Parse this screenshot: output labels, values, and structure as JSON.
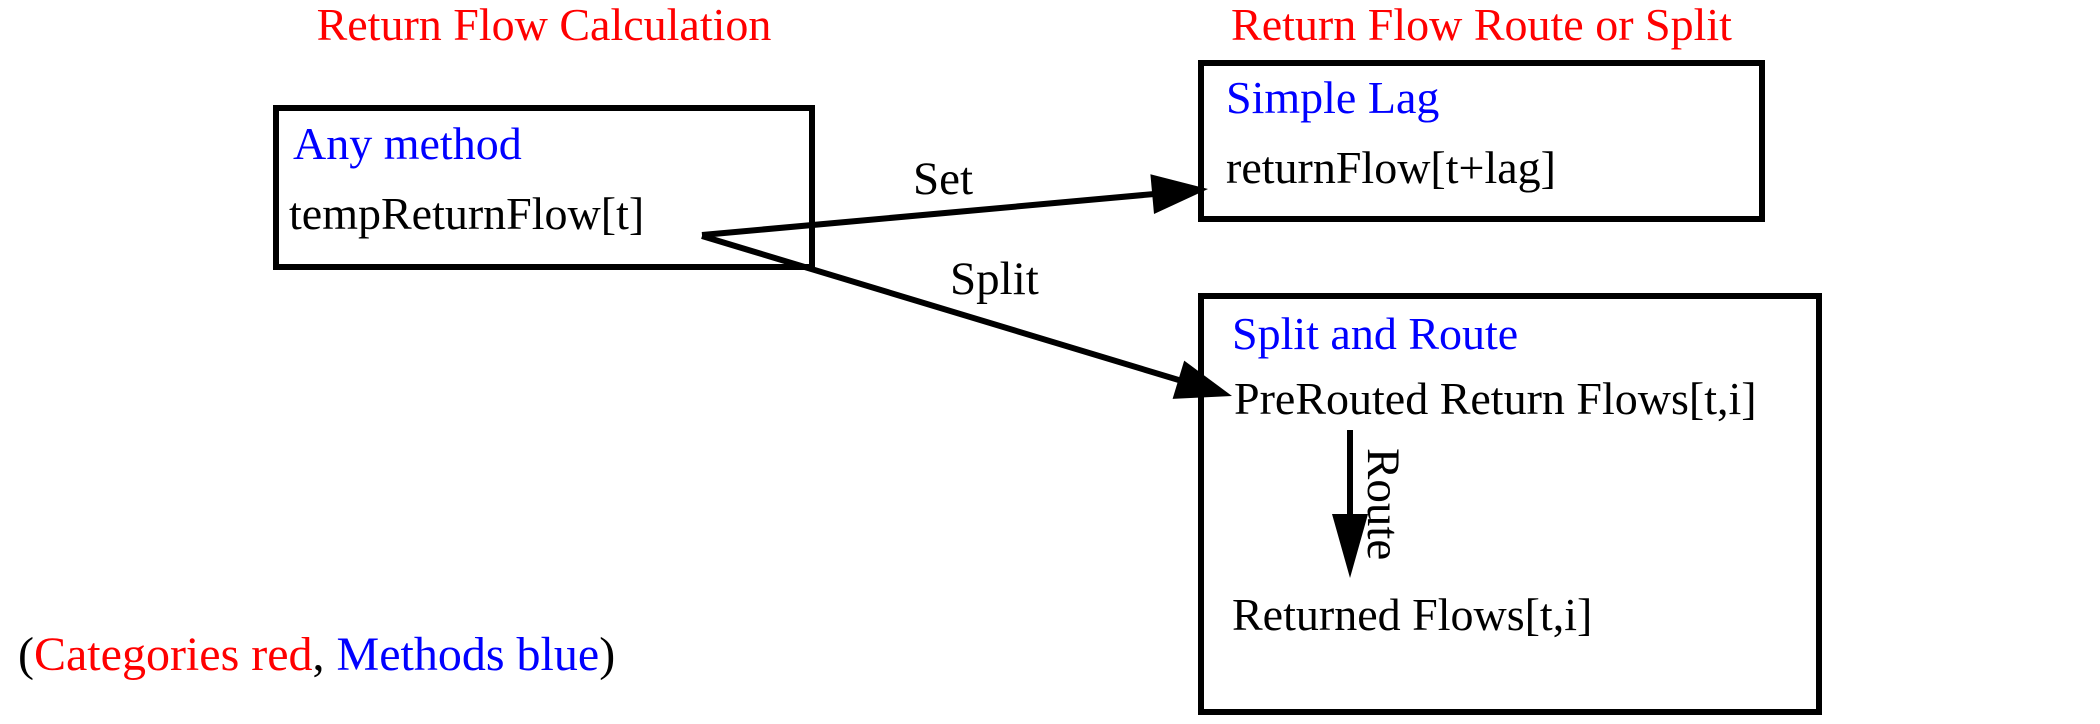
{
  "diagram": {
    "left_title": "Return Flow Calculation",
    "right_title": "Return Flow Route or Split",
    "boxes": {
      "calculation": {
        "method": "Any method",
        "variable": "tempReturnFlow[t]"
      },
      "simple_lag": {
        "method": "Simple Lag",
        "variable": "returnFlow[t+lag]"
      },
      "split_and_route": {
        "method": "Split and Route",
        "input_variable": "PreRouted Return Flows[t,i]",
        "output_variable": "Returned Flows[t,i]"
      }
    },
    "arrows": {
      "set": "Set",
      "split": "Split",
      "route": "Route"
    },
    "legend": {
      "open_paren": "(",
      "categories": "Categories red",
      "separator": ", ",
      "methods": "Methods blue",
      "close_paren": ")"
    },
    "colors": {
      "category_red": "#ff0000",
      "method_blue": "#0000ff",
      "text_black": "#000000",
      "background": "#ffffff"
    }
  }
}
